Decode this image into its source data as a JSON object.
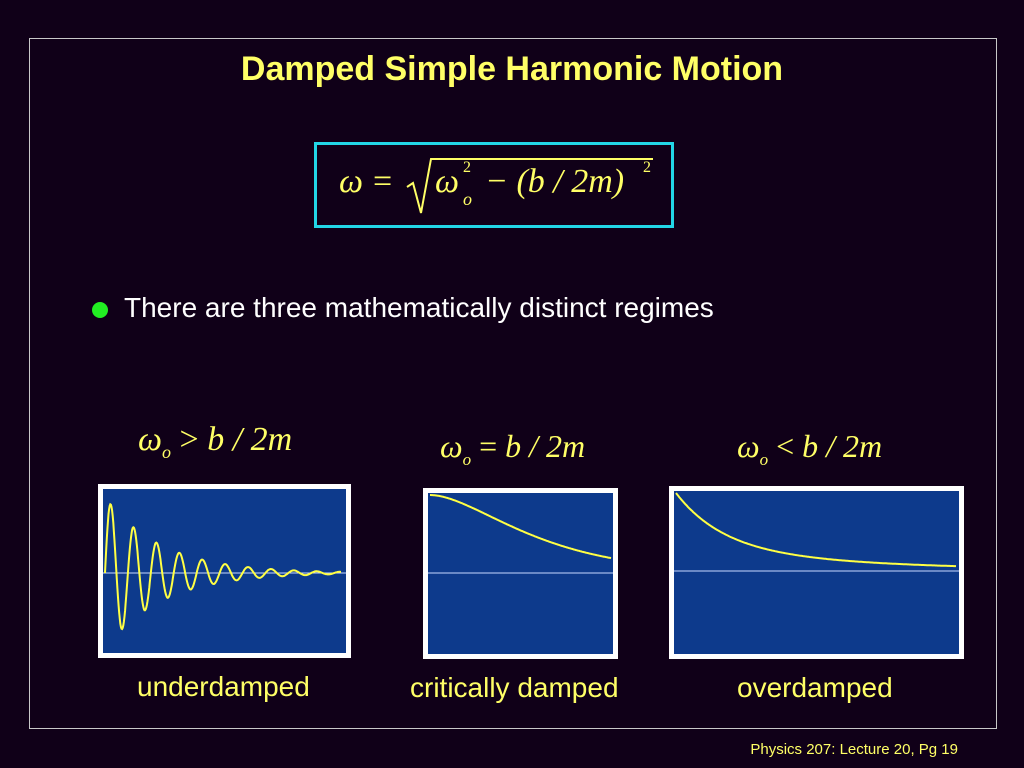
{
  "slide": {
    "title": "Damped Simple Harmonic Motion",
    "bullet": "There are three mathematically distinct regimes",
    "footer": "Physics 207: Lecture 20, Pg 19"
  },
  "equation": {
    "omega": "ω",
    "equals": "=",
    "omega_o": "ω",
    "sub_o": "o",
    "sup_2": "2",
    "minus_part": "− (b / 2m)",
    "outer_sup": "2"
  },
  "regimes": [
    {
      "condition_rel": ">",
      "condition_rhs": "b / 2m",
      "omega": "ω",
      "sub": "o",
      "caption": "underdamped"
    },
    {
      "condition_rel": "=",
      "condition_rhs": "b / 2m",
      "omega": "ω",
      "sub": "o",
      "caption": "critically damped"
    },
    {
      "condition_rel": "<",
      "condition_rhs": "b / 2m",
      "omega": "ω",
      "sub": "o",
      "caption": "overdamped"
    }
  ],
  "colors": {
    "background": "#100018",
    "title": "#ffff66",
    "equation_border": "#22d6e6",
    "bullet": "#22ee22",
    "panel_fill": "#0d3a8c",
    "curve": "#ffff44"
  }
}
